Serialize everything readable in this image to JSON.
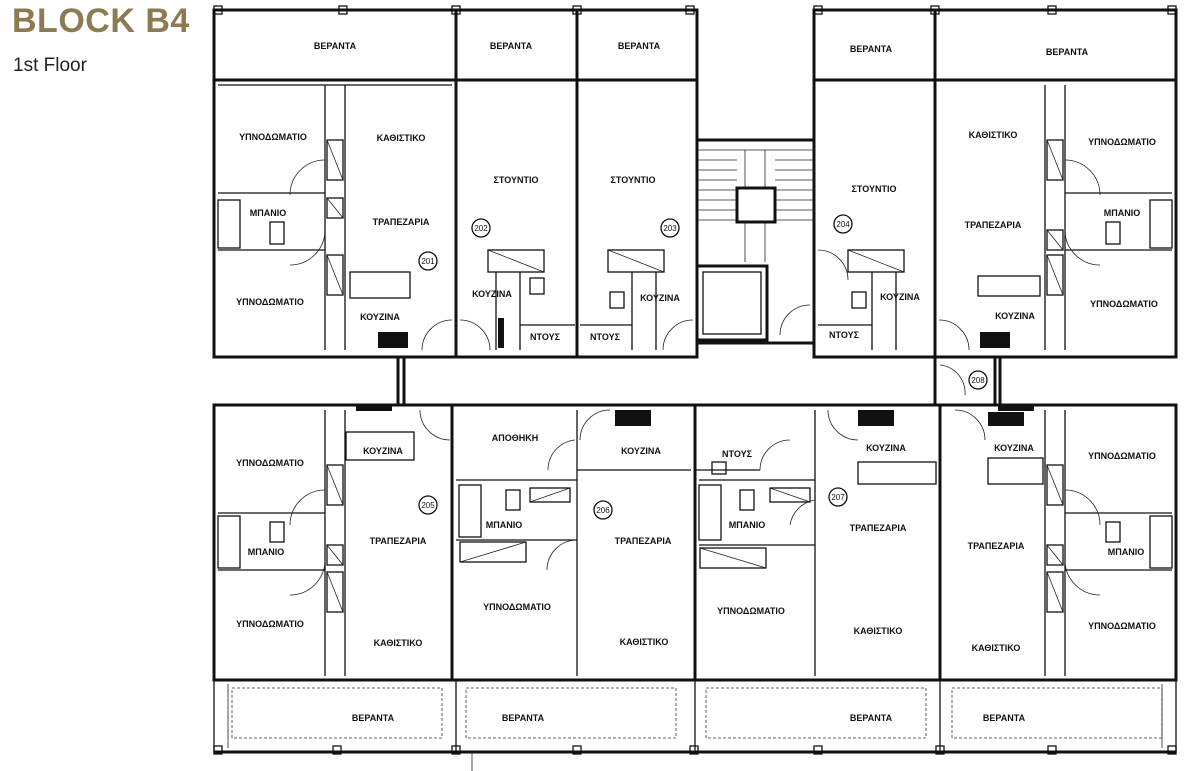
{
  "header": {
    "title": "BLOCK B4",
    "subtitle": "1st Floor"
  },
  "rooms": {
    "veranda": "ΒΕΡΑΝΤΑ",
    "bedroom": "ΥΠΝΟΔΩΜΑΤΙΟ",
    "living": "ΚΑΘΙΣΤΙΚΟ",
    "dining": "ΤΡΑΠΕΖΑΡΙΑ",
    "kitchen": "ΚΟΥΖΙΝΑ",
    "bath": "ΜΠΑΝΙΟ",
    "shower": "ΝΤΟΥΣ",
    "studio": "ΣΤΟΥΝΤΙΟ",
    "storage": "ΑΠΟΘΗΚΗ"
  },
  "units": [
    "201",
    "202",
    "203",
    "204",
    "205",
    "206",
    "207",
    "208"
  ]
}
